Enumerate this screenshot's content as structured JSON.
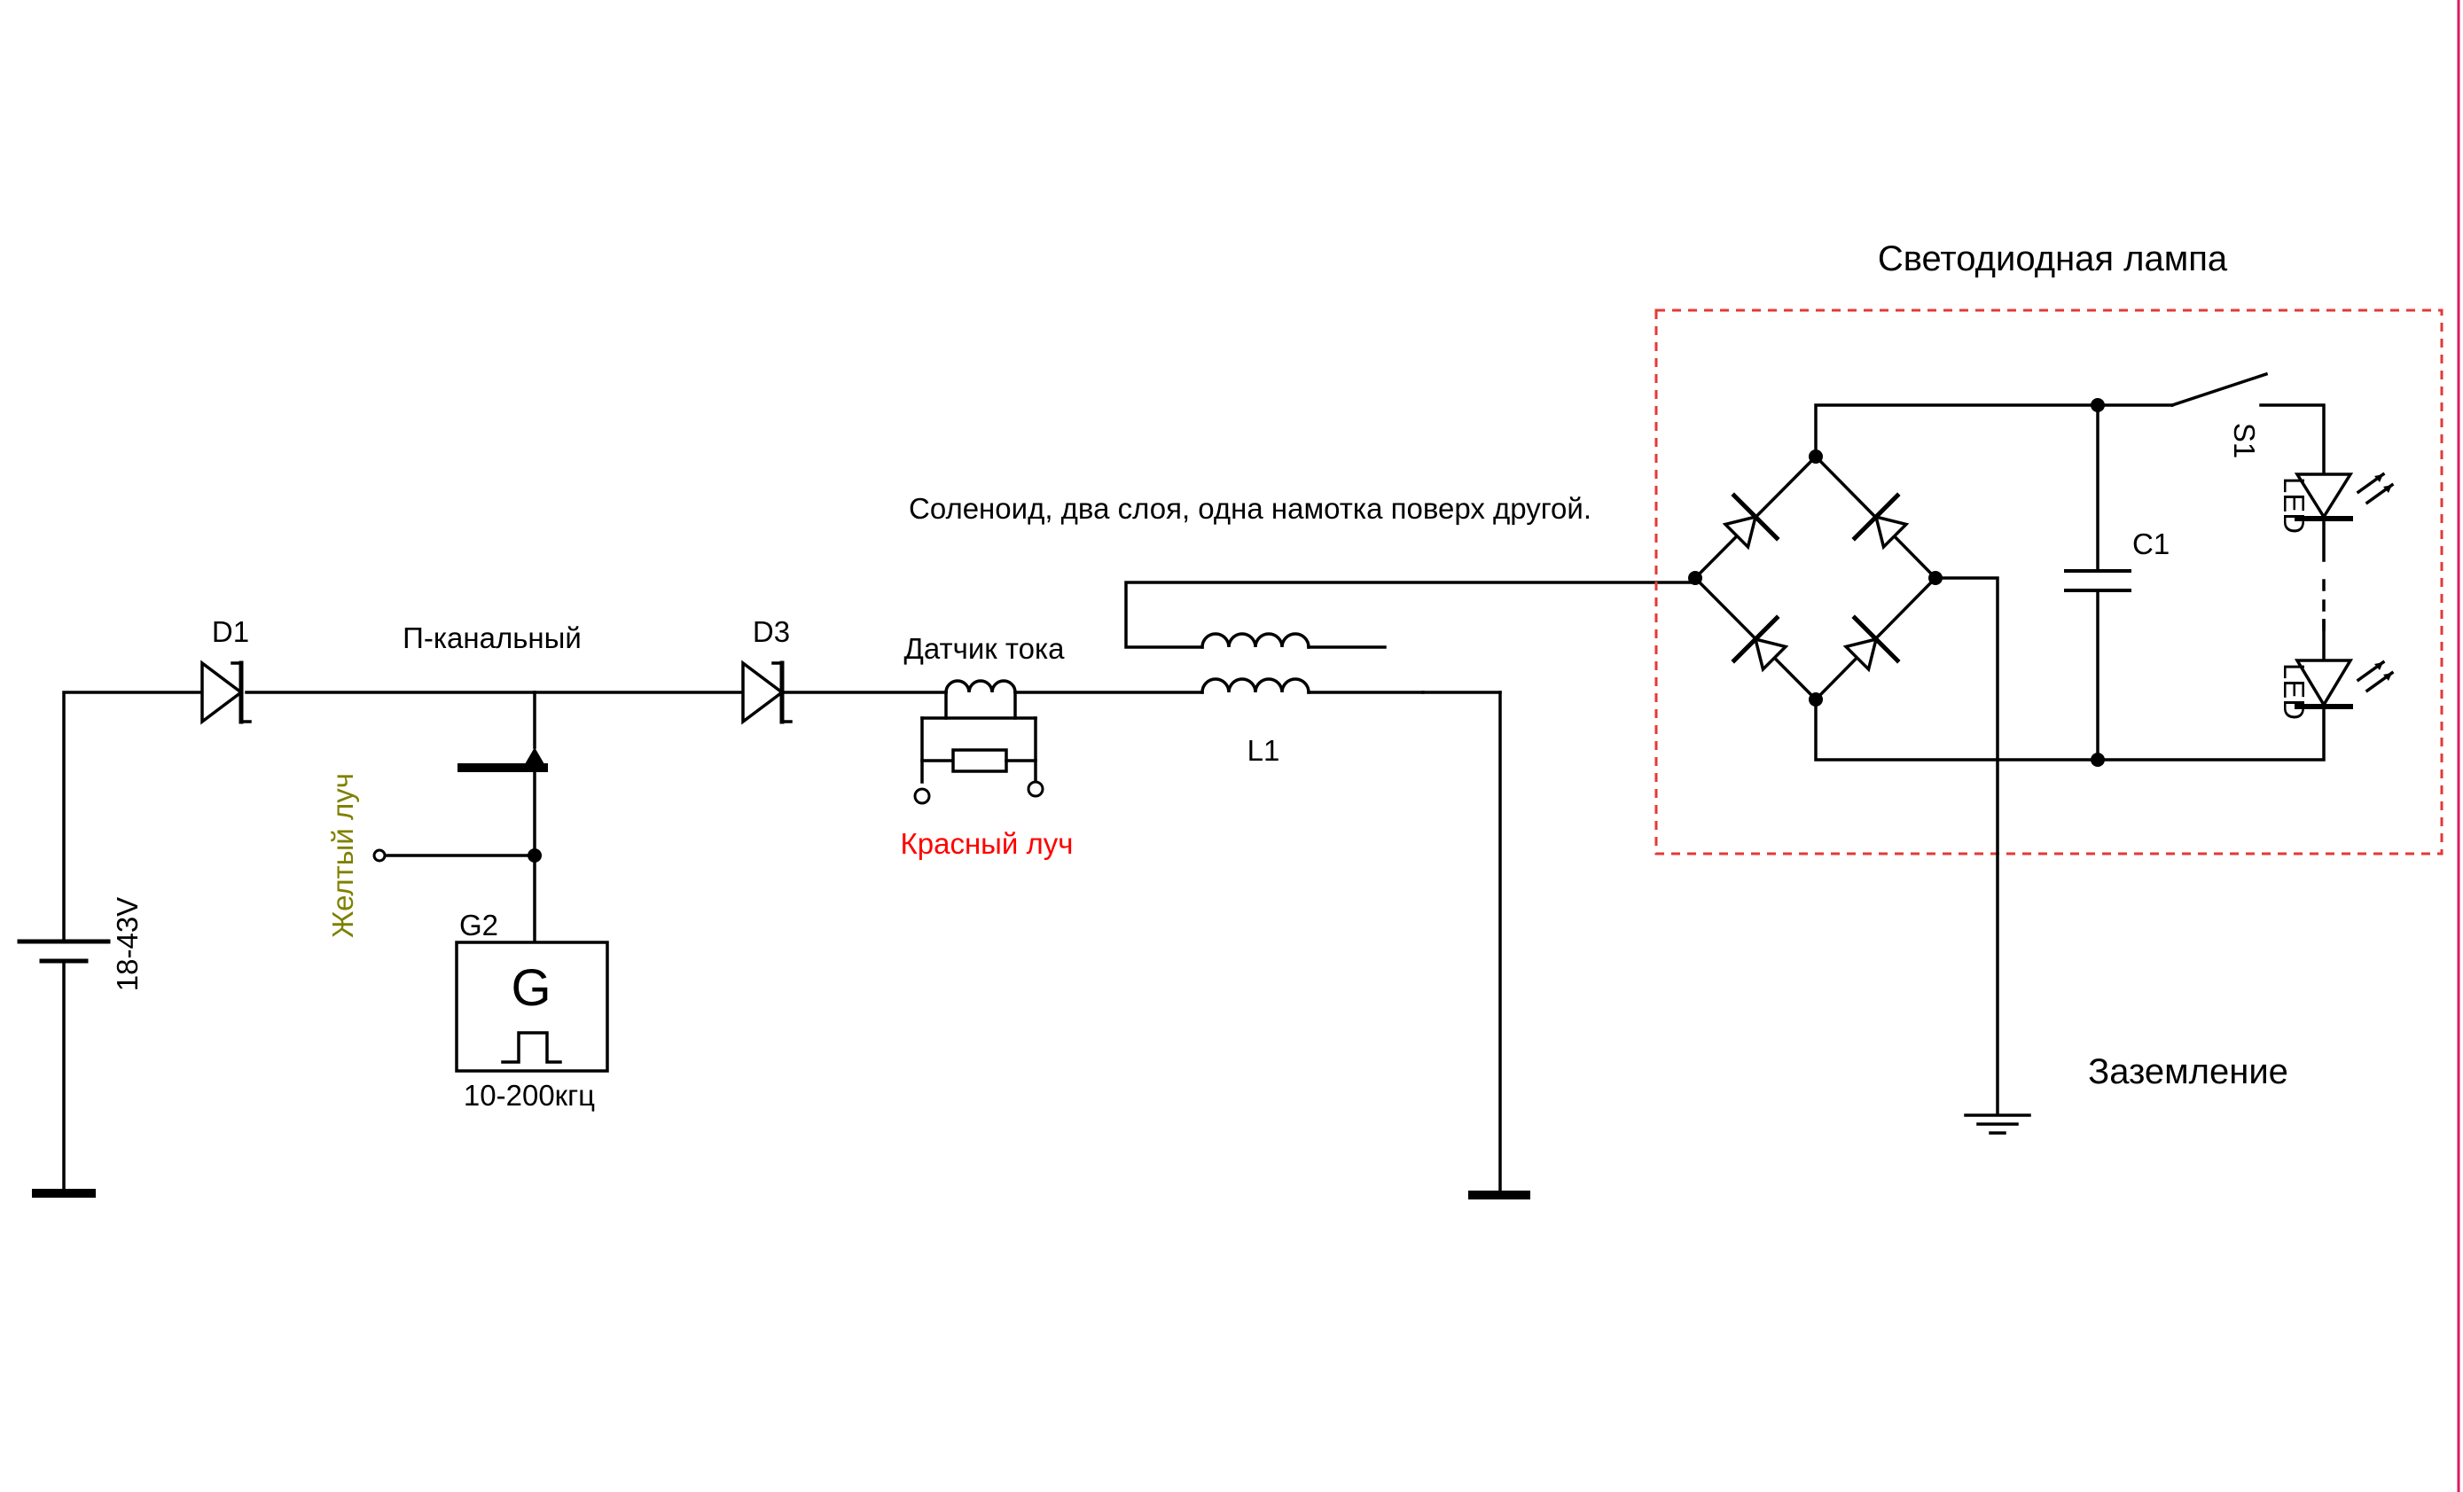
{
  "colors": {
    "wire": "#000000",
    "yellow_label": "#808000",
    "red_label": "#ff0000",
    "boundary": "#e53935",
    "frame_edge": "#d81b60"
  },
  "labels": {
    "d1": "D1",
    "d3": "D3",
    "fet": "П-канальный",
    "battery": "18-43V",
    "yellow_beam": "Желтый луч",
    "generator_ref": "G2",
    "generator_symbol": "G",
    "frequency": "10-200кгц",
    "current_sensor": "Датчик тока",
    "red_beam": "Красный луч",
    "solenoid_note": "Соленоид, два слоя, одна намотка поверх другой.",
    "l1": "L1",
    "lamp_title": "Светодиодная лампа",
    "c1": "C1",
    "s1": "S1",
    "led_top": "LED",
    "led_bottom": "LED",
    "ground": "Заземление"
  }
}
